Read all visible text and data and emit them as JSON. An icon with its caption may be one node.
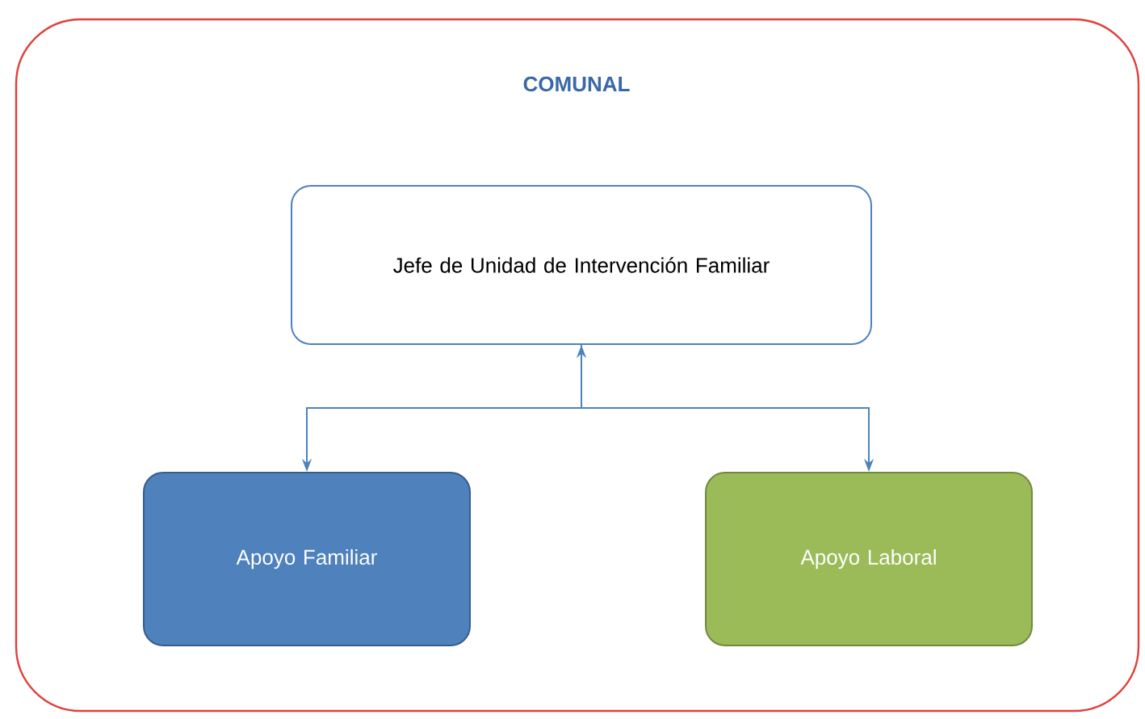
{
  "diagram": {
    "nodes": [
      {
        "text": [
          "COMUNAL"
        ]
      },
      {
        "text": [
          "Jefe de Unidad de Intervención Familiar"
        ],
        "in": 0
      },
      {
        "text": [
          "Apoyo Familiar"
        ],
        "in": 0
      },
      {
        "text": [
          "Apoyo Laboral"
        ],
        "in": 0
      }
    ],
    "edges": [
      {
        "from": null,
        "to": 1,
        "arrow": "to"
      },
      {
        "from": 1,
        "to": 2,
        "arrow": "to"
      },
      {
        "from": 1,
        "to": 3,
        "arrow": "to"
      }
    ]
  }
}
